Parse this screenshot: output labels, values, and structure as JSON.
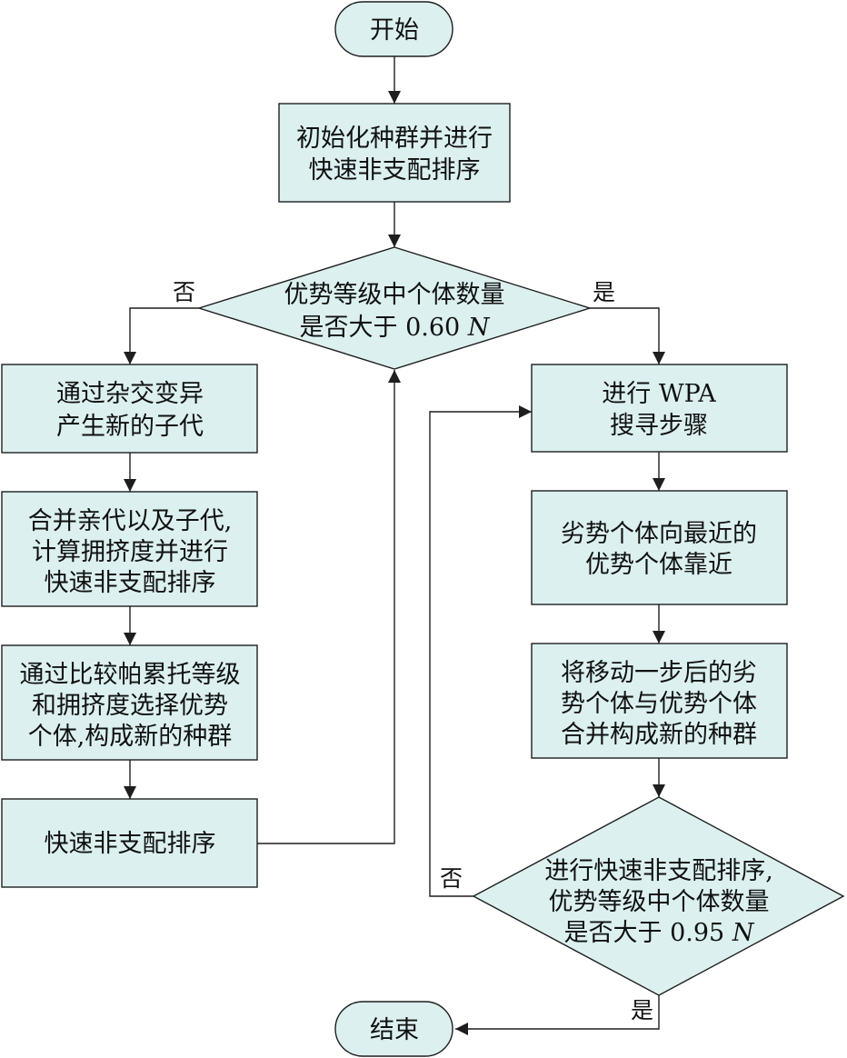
{
  "colors": {
    "node_fill": "#dcf0f0",
    "stroke": "#1e1e1e",
    "text": "#111111"
  },
  "start": "开始",
  "init": [
    "初始化种群并进行",
    "快速非支配排序"
  ],
  "decision1": {
    "line1": "优势等级中个体数量",
    "line2_prefix": "是否大于 0.60 ",
    "line2_var": "N"
  },
  "label_no_1": "否",
  "label_yes_1": "是",
  "left": {
    "crossover": [
      "通过杂交变异",
      "产生新的子代"
    ],
    "merge": [
      "合并亲代以及子代,",
      "计算拥挤度并进行",
      "快速非支配排序"
    ],
    "select": [
      "通过比较帕累托等级",
      "和拥挤度选择优势",
      "个体,构成新的种群"
    ],
    "sort": "快速非支配排序"
  },
  "right": {
    "wpa": [
      "进行 WPA",
      "搜寻步骤"
    ],
    "approach": [
      "劣势个体向最近的",
      "优势个体靠近"
    ],
    "combine": [
      "将移动一步后的劣",
      "势个体与优势个体",
      "合并构成新的种群"
    ]
  },
  "decision2": {
    "line1": "进行快速非支配排序,",
    "line2": "优势等级中个体数量",
    "line3_prefix": "是否大于 0.95 ",
    "line3_var": "N"
  },
  "label_no_2": "否",
  "label_yes_2": "是",
  "end": "结束"
}
